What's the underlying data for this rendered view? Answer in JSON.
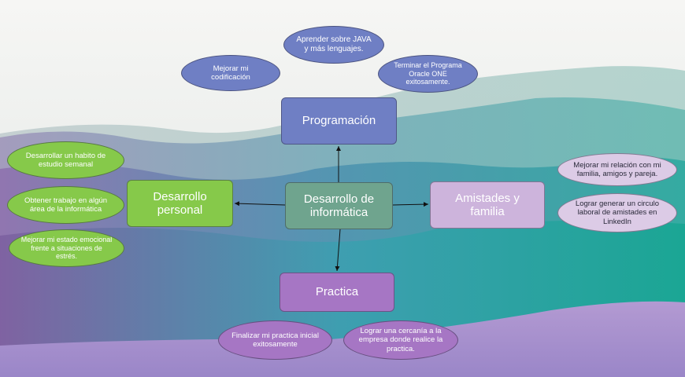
{
  "center": {
    "label": "Desarrollo de informática"
  },
  "branches": {
    "programacion": {
      "label": "Programación",
      "ideas": [
        "Aprender sobre JAVA y más lenguajes.",
        "Mejorar mi codificación",
        "Terminar el Programa Oracle ONE exitosamente."
      ]
    },
    "personal": {
      "label": "Desarrollo personal",
      "ideas": [
        "Desarrollar un habito de estudio semanal",
        "Obtener trabajo en algún área de la informática",
        "Mejorar mi estado emocional frente a situaciones de estrés."
      ]
    },
    "amistades": {
      "label": "Amistades y familia",
      "ideas": [
        "Mejorar mi relación con mi familia, amigos y pareja.",
        "Lograr generar un circulo laboral de amistades en LinkedIn"
      ]
    },
    "practica": {
      "label": "Practica",
      "ideas": [
        "Finalizar mi practica inicial exitosamente",
        "Lograr una cercanía a la empresa donde realice la practica."
      ]
    }
  },
  "colors": {
    "programacion": "#6f7fc4",
    "center": "#6fa48e",
    "personal": "#86c94a",
    "amistades": "#cdb4dc",
    "practica": "#a676c4"
  }
}
